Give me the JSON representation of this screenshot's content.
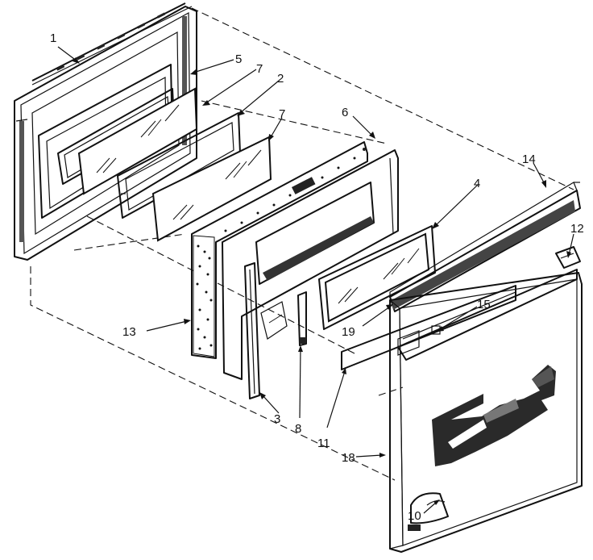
{
  "callouts": {
    "c1": "1",
    "c2": "2",
    "c3": "3",
    "c4": "4",
    "c5": "5",
    "c6": "6",
    "c7a": "7",
    "c7b": "7",
    "c8": "8",
    "c10": "10",
    "c11": "11",
    "c12": "12",
    "c13": "13",
    "c14": "14",
    "c15": "15",
    "c18": "18",
    "c19": "19"
  },
  "parts": [
    "outer-door-frame",
    "window-frame-5",
    "inner-glass-7",
    "window-pack-2",
    "outer-glass-7",
    "insulation-13",
    "door-liner-6",
    "side-trim-3",
    "hinge-bracket-8",
    "window-glass-4",
    "spacer-19",
    "door-handle-14",
    "handle-end-cap-12",
    "handle-bracket-15",
    "vent-panel-11",
    "outer-door-panel-18",
    "door-logo-10"
  ]
}
